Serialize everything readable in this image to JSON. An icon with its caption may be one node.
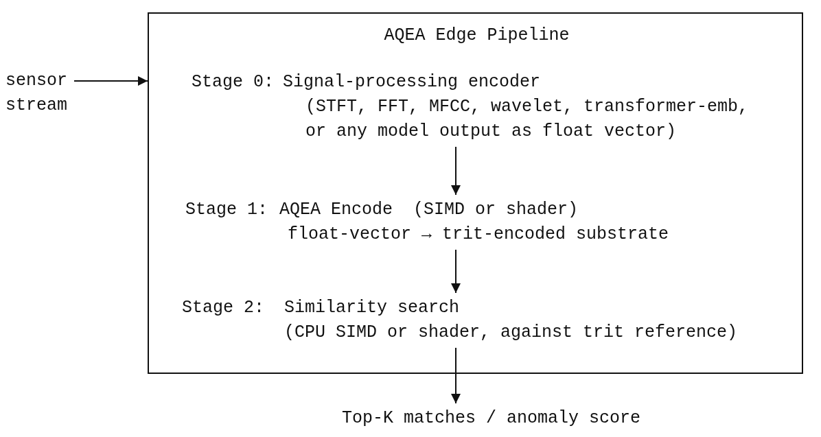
{
  "diagram": {
    "nodes": [
      {
        "text": [
          "AQEA Edge Pipeline"
        ]
      },
      {
        "text": [
          "Stage 0:",
          "Signal-processing encoder",
          "(STFT, FFT, MFCC, wavelet, transformer-emb, or any model output as float vector)"
        ],
        "in": 0
      },
      {
        "text": [
          "Stage 1:",
          "AQEA Encode  (SIMD or shader)",
          "float-vector → trit-encoded substrate"
        ],
        "in": 0
      },
      {
        "text": [
          "Stage 2:",
          "Similarity search",
          "(CPU SIMD or shader, against trit reference)"
        ],
        "in": 0
      },
      {
        "text": [
          "sensor stream"
        ]
      },
      {
        "text": [
          "Top-K matches / anomaly score"
        ]
      }
    ],
    "edges": [
      {
        "from": 4,
        "to": 0,
        "arrow": "to"
      },
      {
        "from": 1,
        "to": 2,
        "arrow": "to"
      },
      {
        "from": 2,
        "to": 3,
        "arrow": "to"
      },
      {
        "from": 3,
        "to": 5,
        "arrow": "to"
      }
    ]
  }
}
